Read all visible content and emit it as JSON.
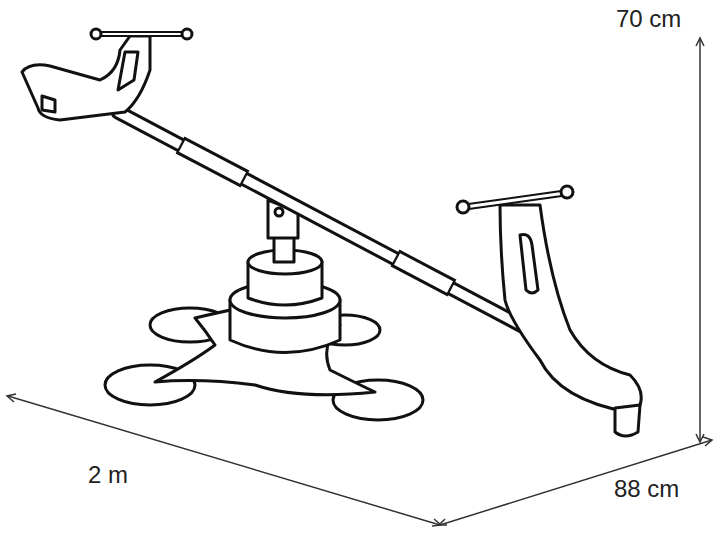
{
  "diagram": {
    "labels": [
      "70 cm",
      "2 m",
      "88 cm"
    ]
  }
}
